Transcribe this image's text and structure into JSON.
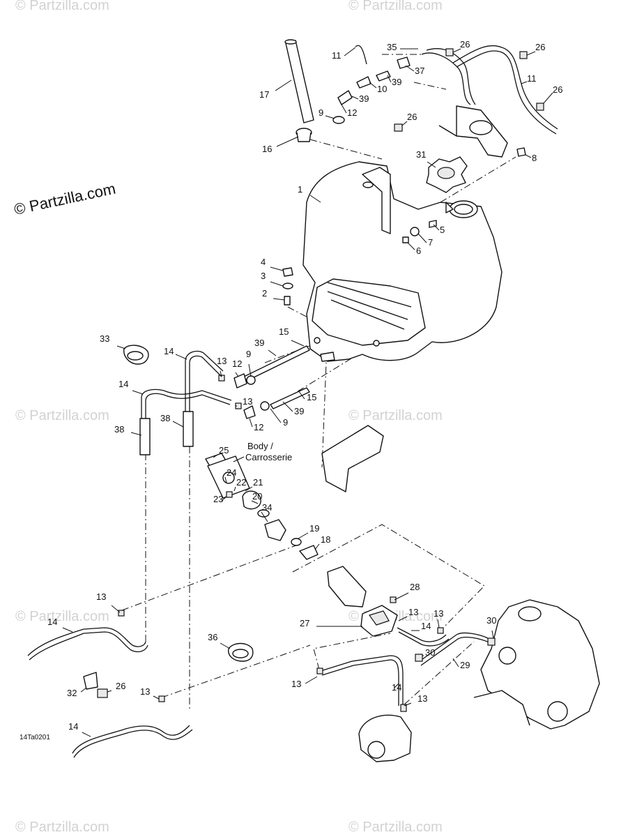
{
  "copyright": "© Partzilla.com",
  "watermark": "© Partzilla.com",
  "drawing_code": "14Ta0201",
  "body_label": [
    "Body /",
    "Carrosserie"
  ],
  "callouts": [
    {
      "id": "c17",
      "n": "17"
    },
    {
      "id": "c16",
      "n": "16"
    },
    {
      "id": "c11a",
      "n": "11"
    },
    {
      "id": "c35",
      "n": "35"
    },
    {
      "id": "c26a",
      "n": "26"
    },
    {
      "id": "c26b",
      "n": "26"
    },
    {
      "id": "c11b",
      "n": "11"
    },
    {
      "id": "c26c",
      "n": "26"
    },
    {
      "id": "c37",
      "n": "37"
    },
    {
      "id": "c10",
      "n": "10"
    },
    {
      "id": "c39a",
      "n": "39"
    },
    {
      "id": "c39b",
      "n": "39"
    },
    {
      "id": "c9a",
      "n": "9"
    },
    {
      "id": "c12a",
      "n": "12"
    },
    {
      "id": "c26d",
      "n": "26"
    },
    {
      "id": "c31",
      "n": "31"
    },
    {
      "id": "c8",
      "n": "8"
    },
    {
      "id": "c1",
      "n": "1"
    },
    {
      "id": "c5",
      "n": "5"
    },
    {
      "id": "c7",
      "n": "7"
    },
    {
      "id": "c6",
      "n": "6"
    },
    {
      "id": "c4",
      "n": "4"
    },
    {
      "id": "c3",
      "n": "3"
    },
    {
      "id": "c2",
      "n": "2"
    },
    {
      "id": "c33",
      "n": "33"
    },
    {
      "id": "c14a",
      "n": "14"
    },
    {
      "id": "c13a",
      "n": "13"
    },
    {
      "id": "c12b",
      "n": "12"
    },
    {
      "id": "c9b",
      "n": "9"
    },
    {
      "id": "c39c",
      "n": "39"
    },
    {
      "id": "c15a",
      "n": "15"
    },
    {
      "id": "c14b",
      "n": "14"
    },
    {
      "id": "c13b",
      "n": "13"
    },
    {
      "id": "c15b",
      "n": "15"
    },
    {
      "id": "c39d",
      "n": "39"
    },
    {
      "id": "c9c",
      "n": "9"
    },
    {
      "id": "c12c",
      "n": "12"
    },
    {
      "id": "c38a",
      "n": "38"
    },
    {
      "id": "c38b",
      "n": "38"
    },
    {
      "id": "c25",
      "n": "25"
    },
    {
      "id": "c24",
      "n": "24"
    },
    {
      "id": "c22",
      "n": "22"
    },
    {
      "id": "c21",
      "n": "21"
    },
    {
      "id": "c23",
      "n": "23"
    },
    {
      "id": "c20",
      "n": "20"
    },
    {
      "id": "c34",
      "n": "34"
    },
    {
      "id": "c19",
      "n": "19"
    },
    {
      "id": "c18",
      "n": "18"
    },
    {
      "id": "c28",
      "n": "28"
    },
    {
      "id": "c27",
      "n": "27"
    },
    {
      "id": "c13c",
      "n": "13"
    },
    {
      "id": "c14c",
      "n": "14"
    },
    {
      "id": "c13d",
      "n": "13"
    },
    {
      "id": "c30a",
      "n": "30"
    },
    {
      "id": "c30b",
      "n": "30"
    },
    {
      "id": "c29",
      "n": "29"
    },
    {
      "id": "c13e",
      "n": "13"
    },
    {
      "id": "c14d",
      "n": "14"
    },
    {
      "id": "c13f",
      "n": "13"
    },
    {
      "id": "c13g",
      "n": "13"
    },
    {
      "id": "c14e",
      "n": "14"
    },
    {
      "id": "c36",
      "n": "36"
    },
    {
      "id": "c32",
      "n": "32"
    },
    {
      "id": "c26e",
      "n": "26"
    },
    {
      "id": "c13h",
      "n": "13"
    },
    {
      "id": "c14f",
      "n": "14"
    }
  ]
}
